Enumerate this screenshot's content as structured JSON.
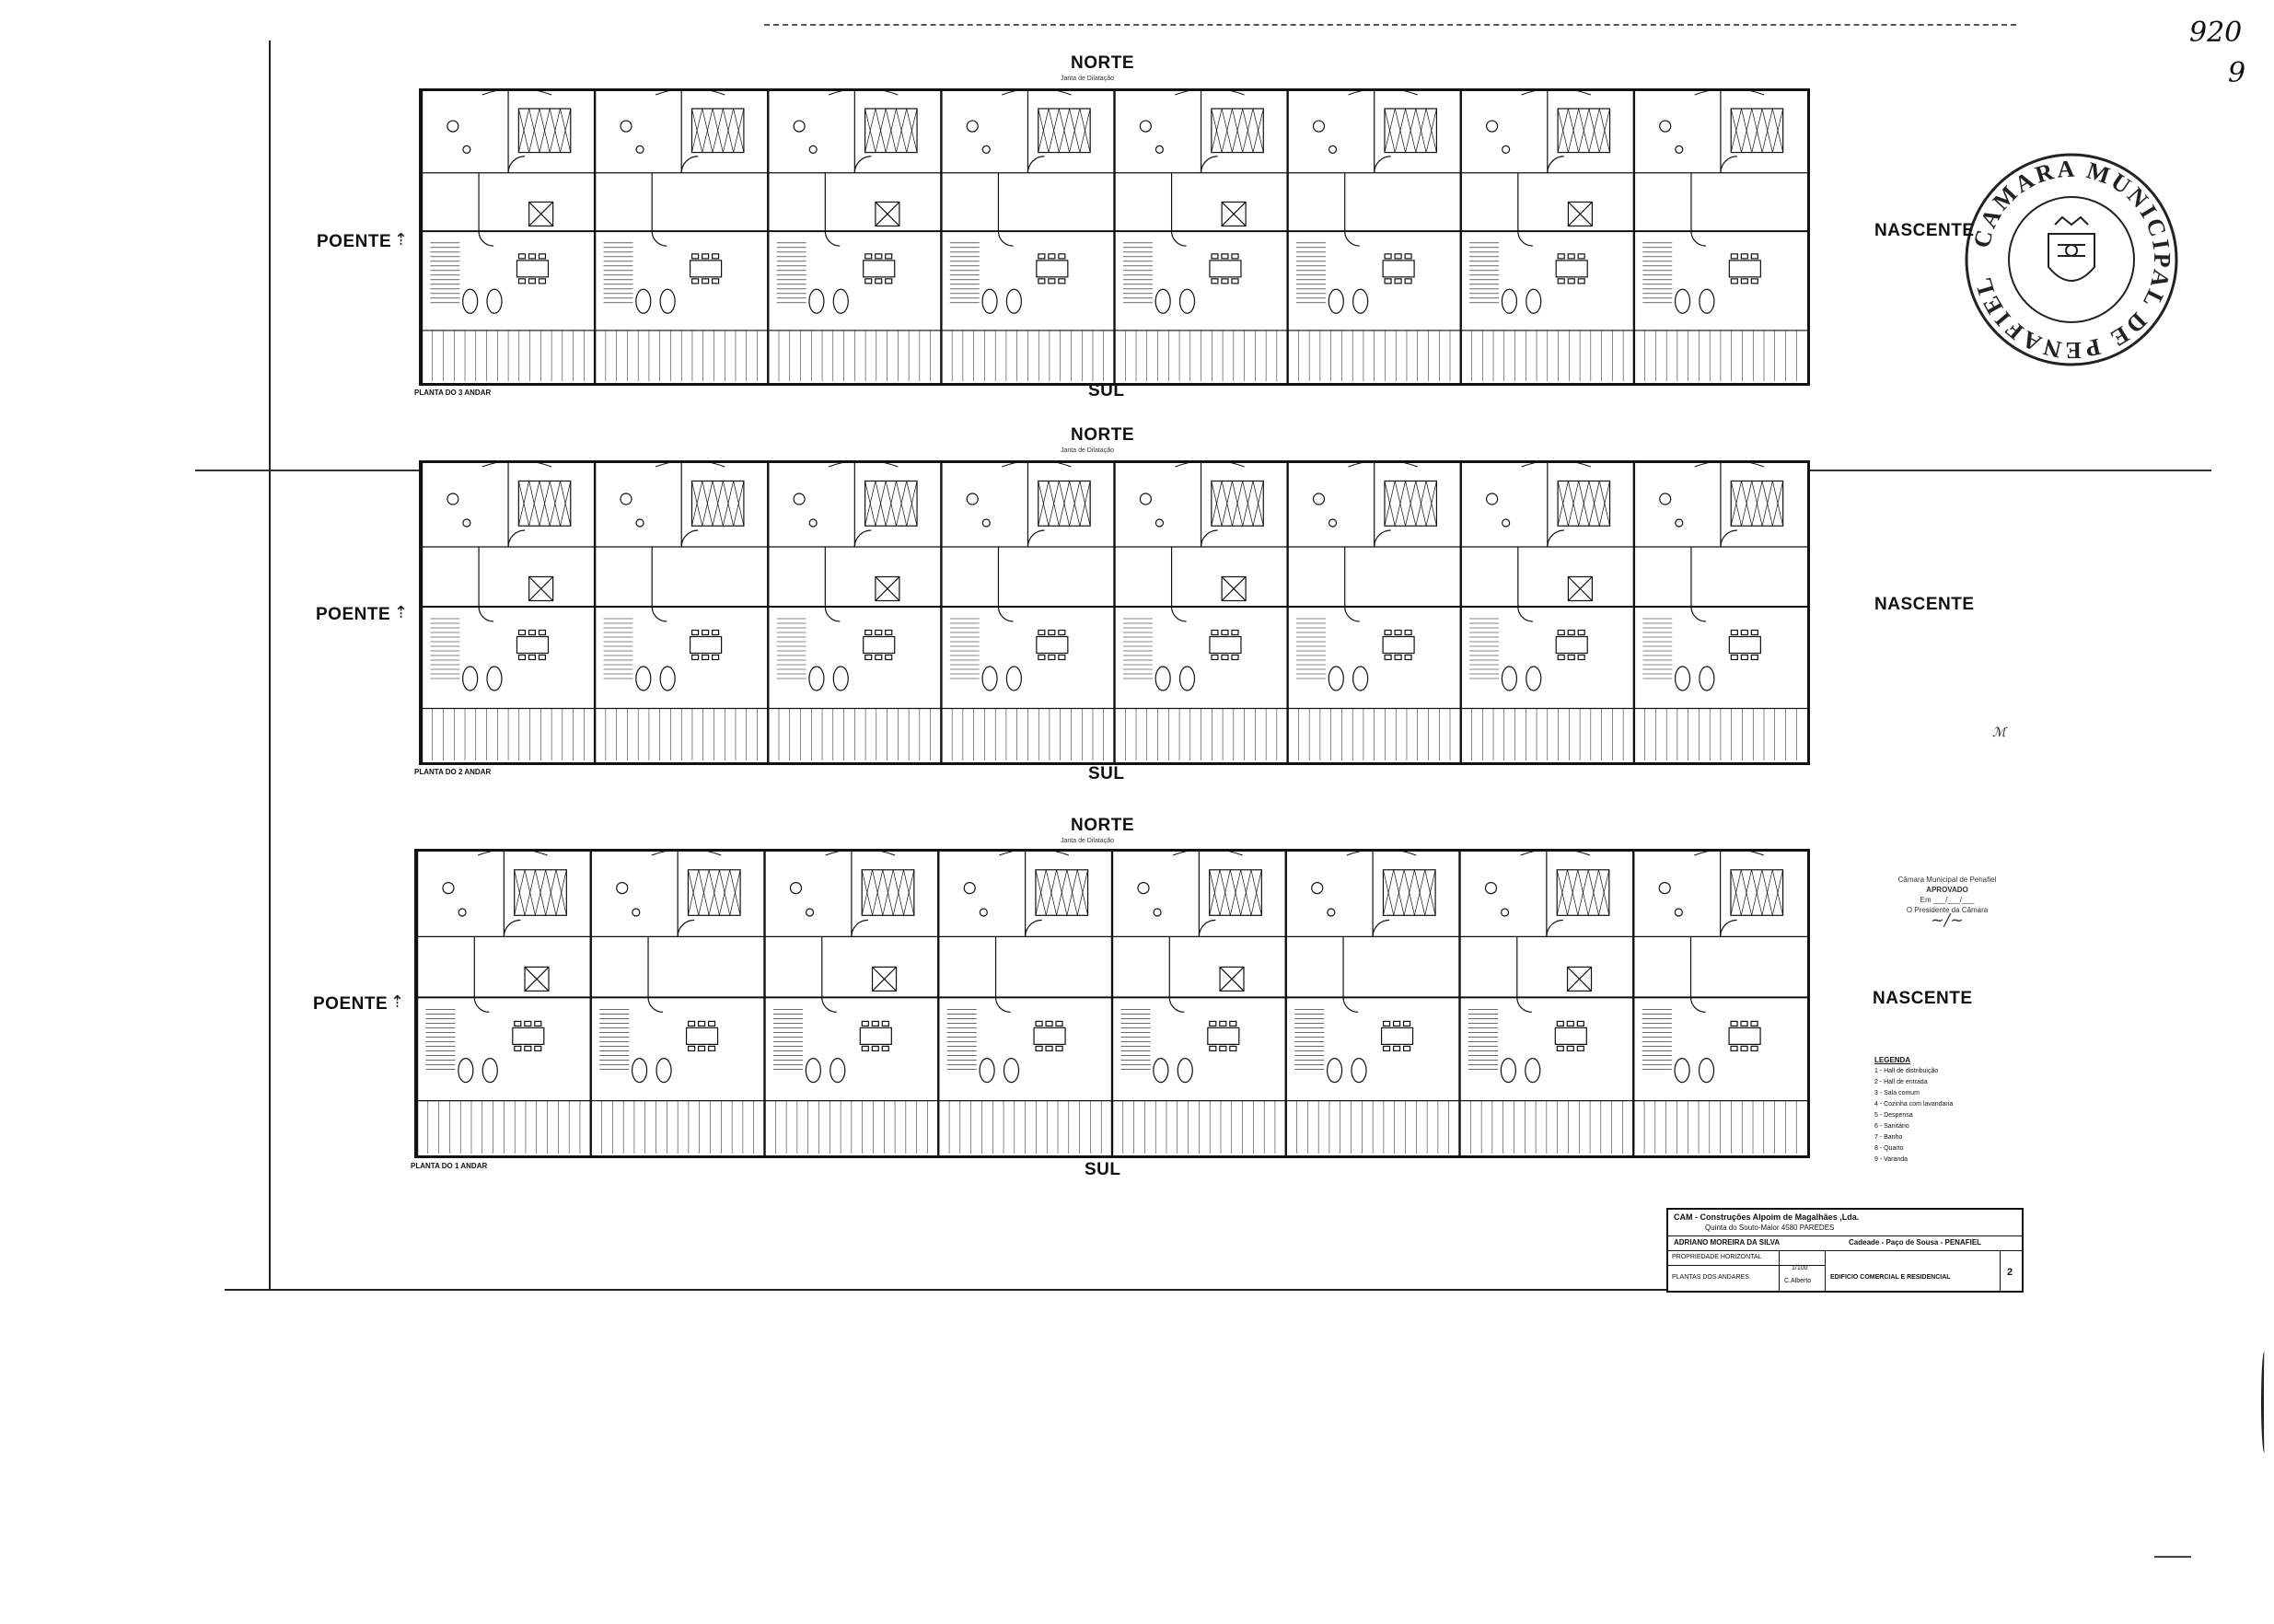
{
  "sheet": {
    "sheet_number": "920",
    "handwritten_mark": "9",
    "seal_text": "CAMARA MUNICIPAL DE PENAFIEL"
  },
  "plans": [
    {
      "title": "PLANTA DO 3 ANDAR",
      "north": "NORTE",
      "south": "SUL",
      "west": "POENTE",
      "east": "NASCENTE",
      "north_note": "Janta de Dilatação"
    },
    {
      "title": "PLANTA DO 2 ANDAR",
      "north": "NORTE",
      "south": "SUL",
      "west": "POENTE",
      "east": "NASCENTE",
      "north_note": "Janta de Dilatação"
    },
    {
      "title": "PLANTA DO 1 ANDAR",
      "north": "NORTE",
      "south": "SUL",
      "west": "POENTE",
      "east": "NASCENTE",
      "north_note": "Janta de Dilatação"
    }
  ],
  "approval_stamp": {
    "line1": "Câmara Municipal de Penafiel",
    "line2": "APROVADO",
    "line3": "Em ___/___/___",
    "line4": "O Presidente da Câmara"
  },
  "legend": {
    "title": "LEGENDA",
    "items": [
      "1 - Hall de distribuição",
      "2 - Hall de entrada",
      "3 - Sala comum",
      "4 - Cozinha com lavandaria",
      "5 - Despensa",
      "6 - Sanitário",
      "7 - Banho",
      "8 - Quarto",
      "9 - Varanda"
    ]
  },
  "title_block": {
    "company": "CAM - Construções Alpoim de Magalhães ,Lda.",
    "address": "Quinta do Souto-Maior 4580 PAREDES",
    "owner": "ADRIANO MOREIRA DA SILVA",
    "location": "Cadeade - Paço de Sousa - PENAFIEL",
    "field_left_1": "PROPRIEDADE HORIZONTAL",
    "field_left_2": "PLANTAS DOS ANDARES",
    "scale": "1/100",
    "drawn_by": "C.Alberto",
    "project_type": "EDIFICIO COMERCIAL E RESIDENCIAL",
    "sheet_ref": "2"
  }
}
